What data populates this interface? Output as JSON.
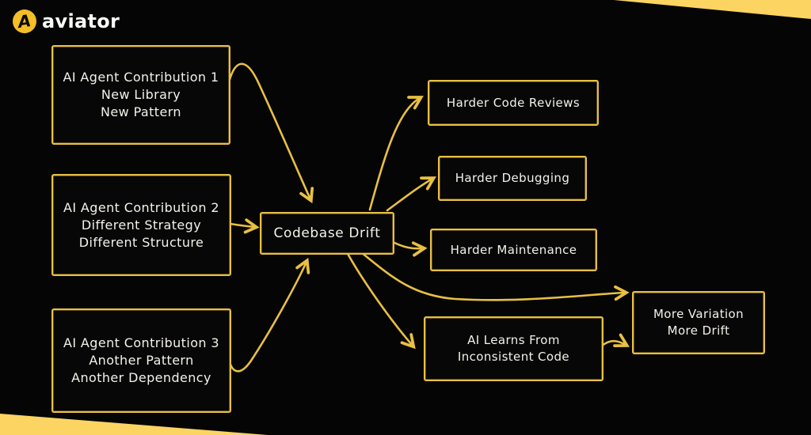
{
  "brand": {
    "name": "aviator",
    "logo_letter": "A"
  },
  "colors": {
    "background": "#050505",
    "stroke_gold": "#e8c043",
    "wedge_yellow": "#fcd462",
    "logo_yellow": "#f3be26",
    "text_white": "#f3f1ea"
  },
  "nodes": {
    "contribution1": {
      "lines": [
        "AI Agent Contribution 1",
        "New Library",
        "New Pattern"
      ]
    },
    "contribution2": {
      "lines": [
        "AI Agent Contribution 2",
        "Different Strategy",
        "Different Structure"
      ]
    },
    "contribution3": {
      "lines": [
        "AI Agent Contribution 3",
        "Another Pattern",
        "Another Dependency"
      ]
    },
    "codebase_drift": {
      "label": "Codebase Drift"
    },
    "harder_code_reviews": {
      "label": "Harder Code Reviews"
    },
    "harder_debugging": {
      "label": "Harder Debugging"
    },
    "harder_maintenance": {
      "label": "Harder Maintenance"
    },
    "ai_learns": {
      "lines": [
        "AI Learns From",
        "Inconsistent Code"
      ]
    },
    "more_variation": {
      "lines": [
        "More Variation",
        "More Drift"
      ]
    }
  },
  "edges": [
    {
      "from": "contribution1",
      "to": "codebase_drift"
    },
    {
      "from": "contribution2",
      "to": "codebase_drift"
    },
    {
      "from": "contribution3",
      "to": "codebase_drift"
    },
    {
      "from": "codebase_drift",
      "to": "harder_code_reviews"
    },
    {
      "from": "codebase_drift",
      "to": "harder_debugging"
    },
    {
      "from": "codebase_drift",
      "to": "harder_maintenance"
    },
    {
      "from": "codebase_drift",
      "to": "more_variation"
    },
    {
      "from": "codebase_drift",
      "to": "ai_learns"
    },
    {
      "from": "ai_learns",
      "to": "more_variation"
    }
  ]
}
